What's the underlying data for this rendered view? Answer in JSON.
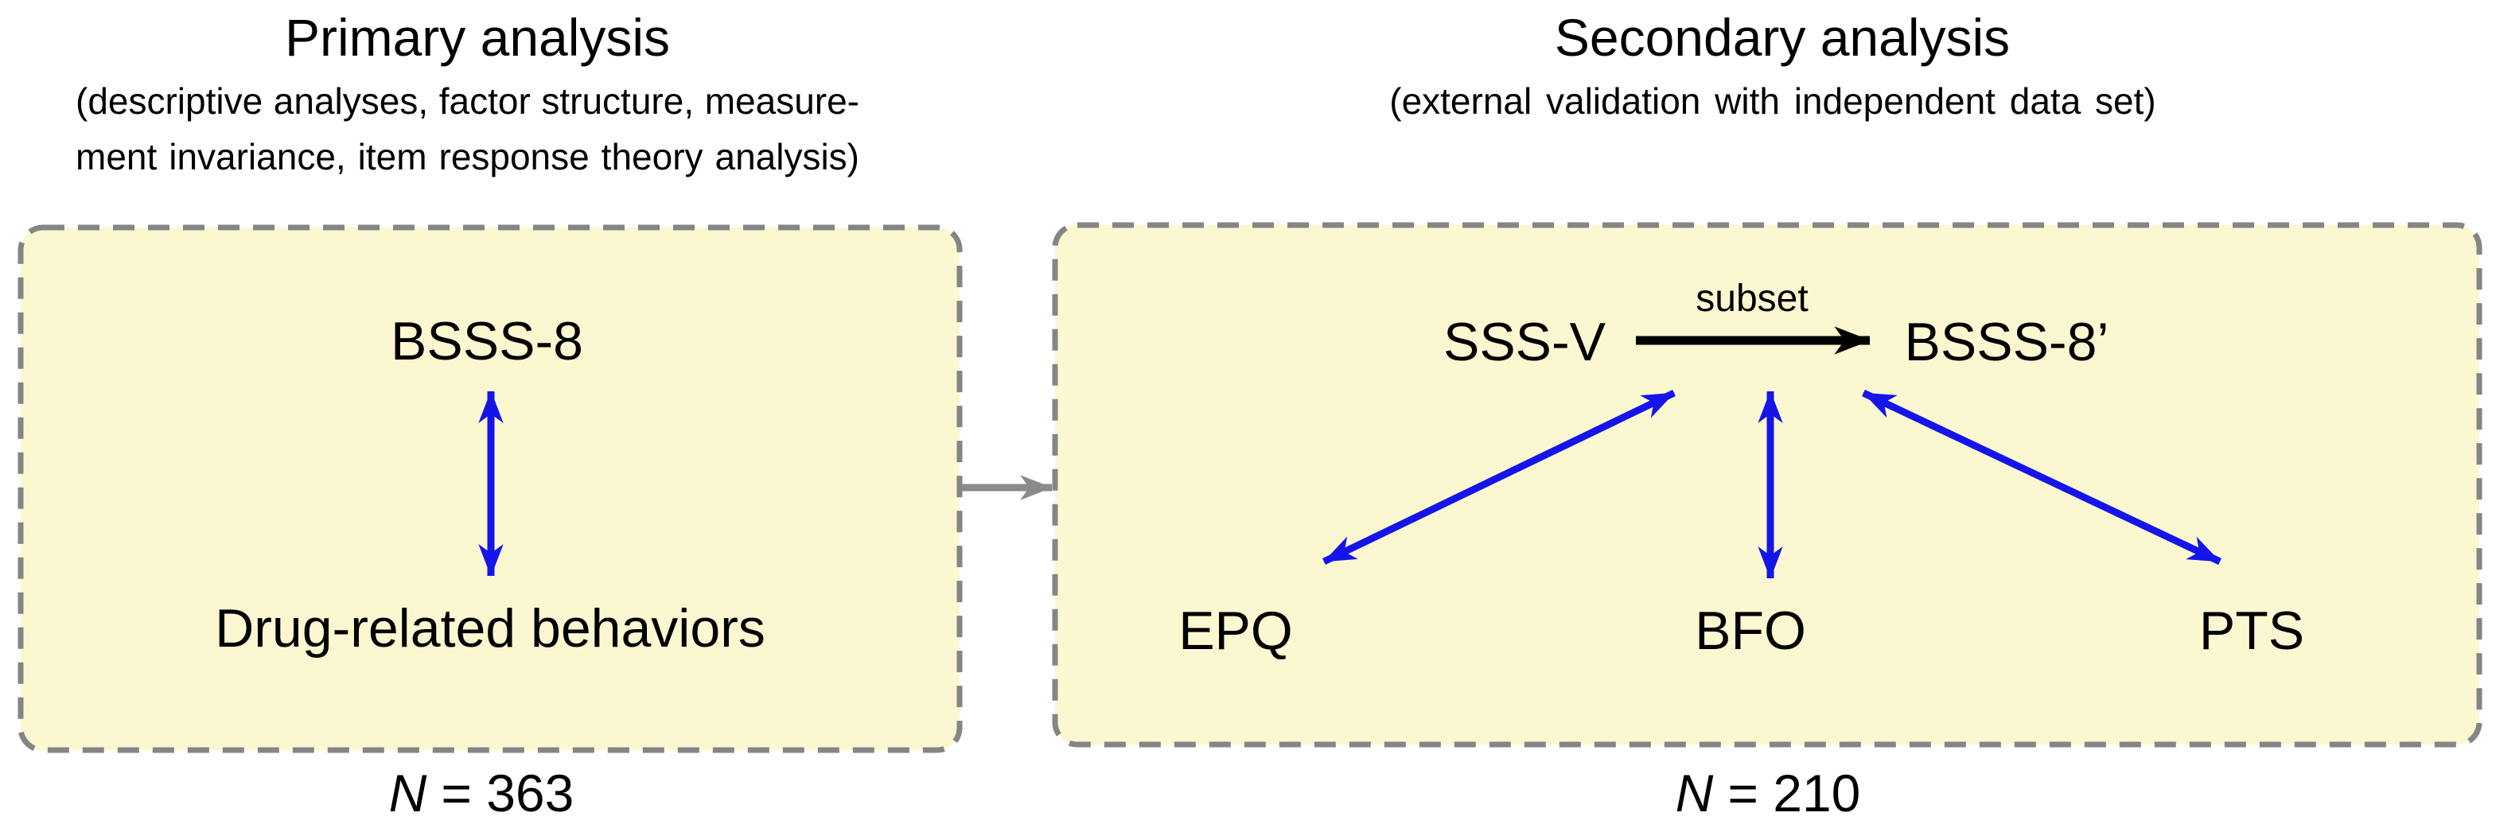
{
  "figure": {
    "primary": {
      "title": "Primary analysis",
      "subtitle_lines": [
        "(descriptive analyses, factor structure, measure-",
        "ment invariance, item response theory analysis)"
      ],
      "node_top": "BSSS-8",
      "node_bottom": "Drug-related behaviors",
      "sample_symbol": "N",
      "sample_value": "= 363"
    },
    "secondary": {
      "title": "Secondary analysis",
      "subtitle": "(external validation with independent data set)",
      "node_source": "SSS-V",
      "node_target": "BSSS-8’",
      "edge_label": "subset",
      "node_left": "EPQ",
      "node_middle": "BFO",
      "node_right": "PTS",
      "sample_symbol": "N",
      "sample_value": "= 210"
    },
    "colors": {
      "box_fill": "#FBF7D1",
      "box_border": "#858585",
      "arrow_blue": "#1515EA",
      "arrow_black": "#000000",
      "arrow_gray": "#8A8A8A"
    }
  }
}
